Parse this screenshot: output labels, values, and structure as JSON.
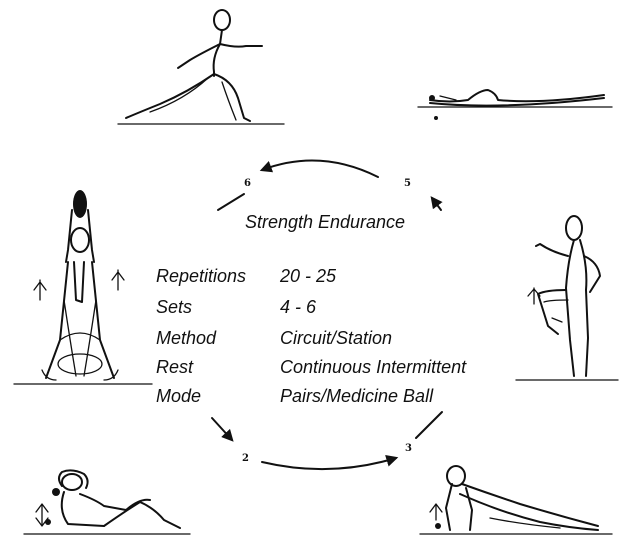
{
  "title": "Strength Endurance",
  "parameters": [
    {
      "label": "Repetitions",
      "value": "20 - 25"
    },
    {
      "label": "Sets",
      "value": "4 - 6"
    },
    {
      "label": "Method",
      "value": "Circuit/Station"
    },
    {
      "label": "Rest",
      "value": "Continuous Intermittent"
    },
    {
      "label": "Mode",
      "value": "Pairs/Medicine Ball"
    }
  ],
  "steps": [
    "2",
    "3",
    "5",
    "6"
  ],
  "exercises": [
    {
      "icon": "lunge-figure-icon"
    },
    {
      "icon": "prone-back-extension-figure-icon"
    },
    {
      "icon": "overhead-ball-raise-figure-icon"
    },
    {
      "icon": "knee-raise-figure-icon"
    },
    {
      "icon": "sit-up-figure-icon"
    },
    {
      "icon": "push-up-figure-icon"
    }
  ]
}
